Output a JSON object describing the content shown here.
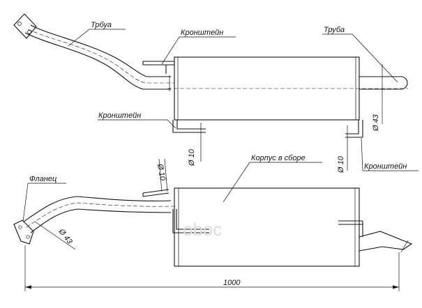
{
  "labels": {
    "pipe_top": "Трбуа",
    "bracket_top": "Кронштейн",
    "pipe_right": "Труба",
    "bracket_left": "Кронштейн",
    "dia_10_top": "Ø 10",
    "dia_43_right": "Ø 43",
    "dia_10_right": "Ø 10",
    "bracket_right": "Кронштейн",
    "housing": "Корпус в сборе",
    "dia_10_bottom": "Ø 10",
    "flange": "Фланец",
    "dia_43_bottom": "Ø 43",
    "length": "1000"
  },
  "watermark": "oboc",
  "colors": {
    "line": "#111111",
    "watermark": "#dcdcdc",
    "background": "#ffffff"
  }
}
